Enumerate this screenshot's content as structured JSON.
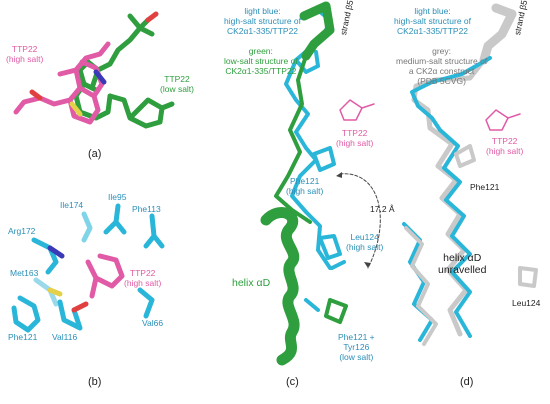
{
  "panel_a": {
    "letter": "(a)",
    "ttp22_high": [
      "TTP22",
      "(high salt)"
    ],
    "ttp22_low": [
      "TTP22",
      "(low salt)"
    ]
  },
  "panel_b": {
    "letter": "(b)",
    "residues": {
      "ile174": "Ile174",
      "ile95": "Ile95",
      "phe113": "Phe113",
      "arg172": "Arg172",
      "met163": "Met163",
      "phe121": "Phe121",
      "val116": "Val116",
      "val66": "Val66"
    },
    "ttp22": [
      "TTP22",
      "(high salt)"
    ]
  },
  "panel_c": {
    "letter": "(c)",
    "legend_blue": [
      "light blue:",
      "high-salt structure of",
      "CK2α1-335/TTP22"
    ],
    "legend_green": [
      "green:",
      "low-salt structure of",
      "CK2α1-335/TTP22"
    ],
    "strand": "strand β5",
    "ttp22": [
      "TTP22",
      "(high salt)"
    ],
    "phe121": [
      "Phe121",
      "(high salt)"
    ],
    "distance": "17.2 Å",
    "leu124": [
      "Leu124",
      "(high salt)"
    ],
    "helix": "helix αD",
    "phe121_tyr126": [
      "Phe121 +",
      "Tyr126",
      "(low salt)"
    ]
  },
  "panel_d": {
    "letter": "(d)",
    "legend_blue": [
      "light blue:",
      "high-salt structure of",
      "CK2α1-335/TTP22"
    ],
    "legend_grey": [
      "grey:",
      "medium-salt structure of",
      "a CK2α construct",
      "(PDB 5CVG)"
    ],
    "strand": "strand β5",
    "ttp22": [
      "TTP22",
      "(high salt)"
    ],
    "phe121": "Phe121",
    "helix": [
      "helix αD",
      "unravelled"
    ],
    "leu124": "Leu124"
  },
  "colors": {
    "pink": "#e05aa6",
    "green": "#2e9e3e",
    "blue": "#29b6d8",
    "grey": "#c9c9c9"
  }
}
